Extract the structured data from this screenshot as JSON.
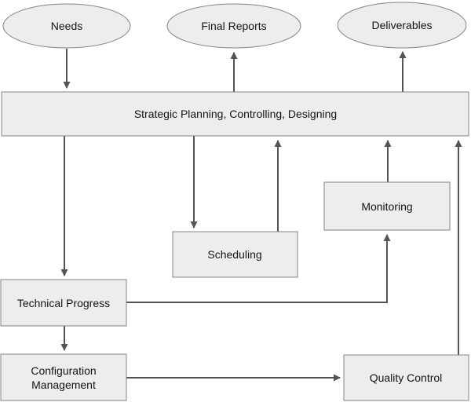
{
  "diagram": {
    "nodes": {
      "needs": {
        "label": "Needs",
        "shape": "ellipse"
      },
      "final_reports": {
        "label": "Final Reports",
        "shape": "ellipse"
      },
      "deliverables": {
        "label": "Deliverables",
        "shape": "ellipse"
      },
      "strategic": {
        "label": "Strategic Planning, Controlling, Designing",
        "shape": "rect"
      },
      "scheduling": {
        "label": "Scheduling",
        "shape": "rect"
      },
      "monitoring": {
        "label": "Monitoring",
        "shape": "rect"
      },
      "technical_progress": {
        "label": "Technical Progress",
        "shape": "rect"
      },
      "configuration_management": {
        "label": "Configuration Management",
        "line1": "Configuration",
        "line2": "Management",
        "shape": "rect"
      },
      "quality_control": {
        "label": "Quality Control",
        "shape": "rect"
      }
    },
    "edges": [
      {
        "from": "needs",
        "to": "strategic"
      },
      {
        "from": "strategic",
        "to": "final_reports"
      },
      {
        "from": "strategic",
        "to": "deliverables"
      },
      {
        "from": "strategic",
        "to": "scheduling"
      },
      {
        "from": "scheduling",
        "to": "strategic"
      },
      {
        "from": "monitoring",
        "to": "strategic"
      },
      {
        "from": "strategic",
        "to": "technical_progress"
      },
      {
        "from": "technical_progress",
        "to": "monitoring"
      },
      {
        "from": "technical_progress",
        "to": "configuration_management"
      },
      {
        "from": "configuration_management",
        "to": "quality_control"
      },
      {
        "from": "quality_control",
        "to": "strategic"
      }
    ],
    "colors": {
      "background": "#ffffff",
      "node_fill": "#ededed",
      "node_border": "#848484",
      "arrow": "#545454",
      "text": "#141414"
    }
  }
}
